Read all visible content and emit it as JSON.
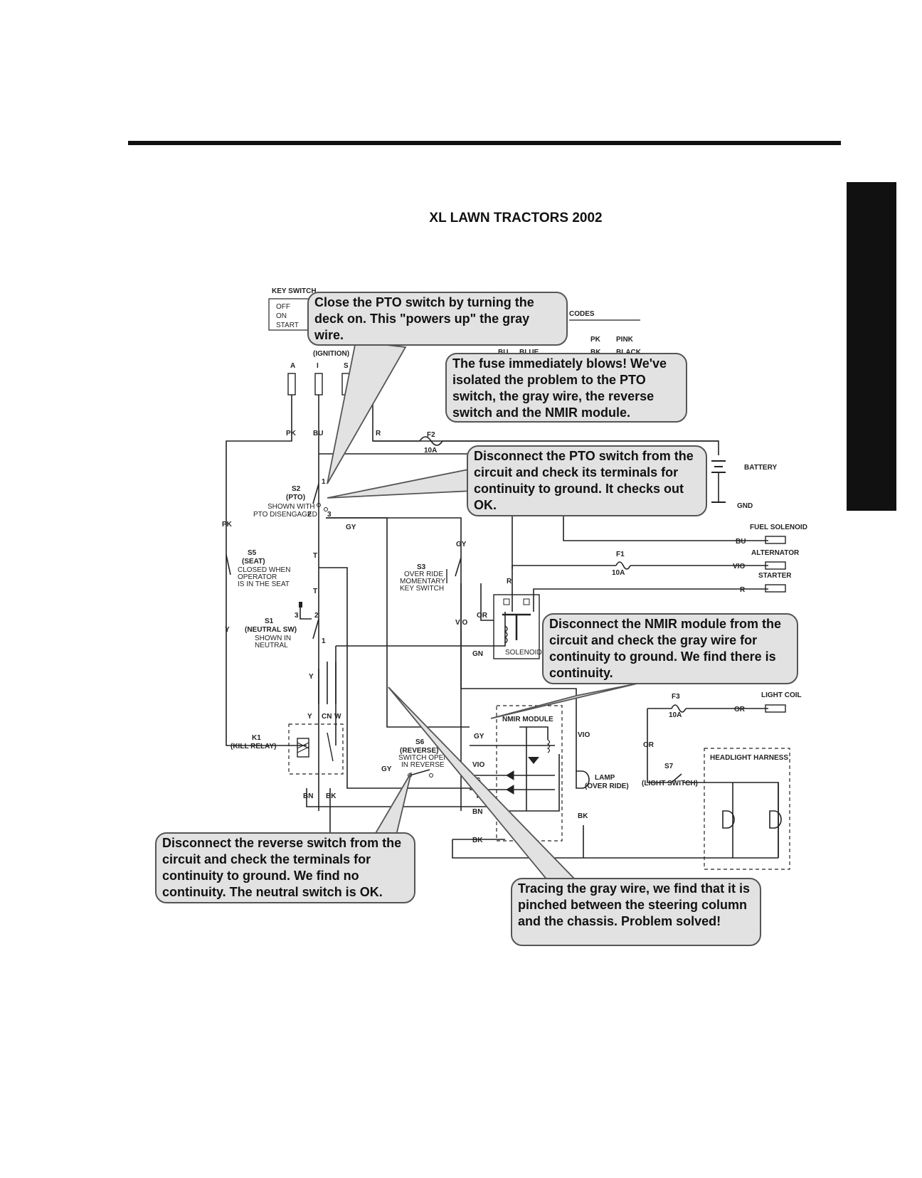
{
  "page_title": "XL LAWN TRACTORS   2002",
  "key_switch": {
    "title": "KEY SWITCH",
    "positions": [
      "OFF",
      "ON",
      "START"
    ],
    "ignition": "(IGNITION)",
    "terminals": [
      "A",
      "I",
      "S"
    ]
  },
  "legend_partial": {
    "codes": "CODES",
    "pk": "PK",
    "pink": "PINK",
    "bu": "BU",
    "blue": "BLUE",
    "bk": "BK",
    "black": "BLACK"
  },
  "wire_codes": {
    "pk": "PK",
    "bu": "BU",
    "r": "R",
    "gy": "GY",
    "t": "T",
    "y": "Y",
    "cn": "CN",
    "w": "W",
    "bn": "BN",
    "bk": "BK",
    "vio": "VIO",
    "gn": "GN",
    "or": "OR",
    "g": "G"
  },
  "components": {
    "f2": "F2",
    "f2_rating": "10A",
    "battery": "BATTERY",
    "gnd": "GND",
    "s2": "S2",
    "s2_name": "(PTO)",
    "s2_note1": "SHOWN WITH",
    "s2_note2": "PTO DISENGAGED",
    "s5": "S5",
    "s5_name": "(SEAT)",
    "s5_note1": "CLOSED WHEN",
    "s5_note2": "OPERATOR",
    "s5_note3": "IS IN THE SEAT",
    "s3": "S3",
    "s3_note1": "OVER RIDE",
    "s3_note2": "MOMENTARY",
    "s3_note3": "KEY SWITCH",
    "s1": "S1",
    "s1_name": "(NEUTRAL SW)",
    "s1_note1": "SHOWN IN",
    "s1_note2": "NEUTRAL",
    "fuel_solenoid": "FUEL SOLENOID",
    "alternator": "ALTERNATOR",
    "starter": "STARTER",
    "f1": "F1",
    "f1_rating": "10A",
    "solenoid": "SOLENOID",
    "k1": "K1",
    "k1_name": "(KILL RELAY)",
    "s6": "S6",
    "s6_name": "(REVERSE)",
    "s6_note1": "SWITCH OPENS",
    "s6_note2": "IN REVERSE",
    "nmir": "NMIR MODULE",
    "lamp": "LAMP",
    "lamp_note": "(OVER RIDE)",
    "f3": "F3",
    "f3_rating": "10A",
    "light_coil": "LIGHT COIL",
    "s7": "S7",
    "s7_name": "(LIGHT SWITCH)",
    "headlight": "HEADLIGHT HARNESS",
    "pin1": "1",
    "pin2": "2",
    "pin3": "3"
  },
  "callouts": {
    "pto": "Close the PTO switch by turning the deck on.  This \"powers up\" the gray wire.",
    "fuse": "The fuse immediately blows!  We've isolated the problem to the PTO switch, the gray wire, the reverse switch and the NMIR module.",
    "disconnect_pto": "Disconnect the PTO switch from the circuit and check its terminals for continuity to ground.  It checks out OK.",
    "nmir": "Disconnect the NMIR module from the circuit and check the gray wire for continuity to ground.  We find there is continuity.",
    "reverse": "Disconnect the reverse switch from the circuit and check the terminals for continuity to ground.  We find no continuity.  The neutral switch is OK.",
    "tracing": "Tracing the gray wire, we find that it is pinched between the steering column and the chassis.  Problem solved!"
  }
}
